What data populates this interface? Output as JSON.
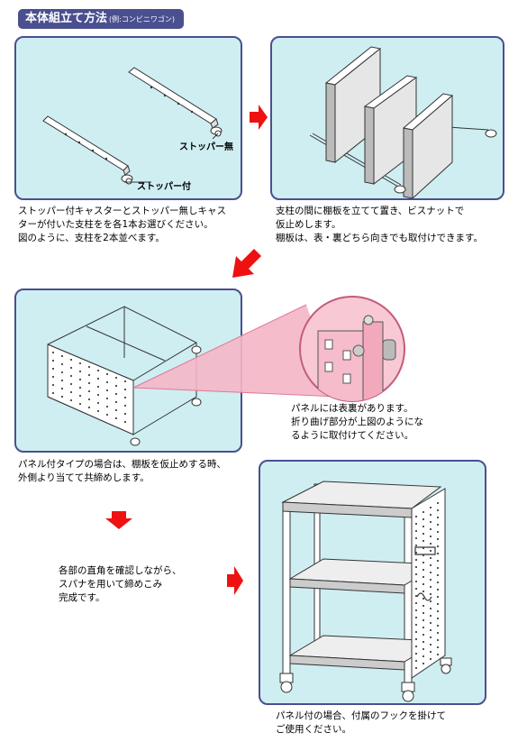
{
  "header": {
    "title": "本体組立て方法",
    "subtitle": "(例:コンビニワゴン)"
  },
  "step1": {
    "label_no_stopper": "ストッパー無",
    "label_stopper": "ストッパー付",
    "caption": [
      "ストッパー付キャスターとストッパー無しキャス",
      "ターが付いた支柱をを各1本お選びください。",
      "図のように、支柱を2本並べます。"
    ]
  },
  "step2": {
    "caption": [
      "支柱の間に棚板を立てて置き、ビスナットで",
      "仮止めします。",
      "棚板は、表・裏どちら向きでも取付けできます。"
    ]
  },
  "step3": {
    "caption": [
      "パネル付タイプの場合は、棚板を仮止めする時、",
      "外側より当てて共締めします。"
    ]
  },
  "detail": {
    "caption": [
      "パネルには表裏があります。",
      "折り曲げ部分が上図のようにな",
      "るように取付けてください。"
    ]
  },
  "step4": {
    "caption": [
      "各部の直角を確認しながら、",
      "スパナを用いて締めこみ",
      "完成です。"
    ]
  },
  "step5": {
    "caption": [
      "パネル付の場合、付属のフックを掛けて",
      "ご使用ください。"
    ]
  },
  "colors": {
    "panel_bg": "#cfeef2",
    "panel_border": "#4a4f8f",
    "arrow": "#ee1111",
    "highlight": "#f4b6c6"
  }
}
